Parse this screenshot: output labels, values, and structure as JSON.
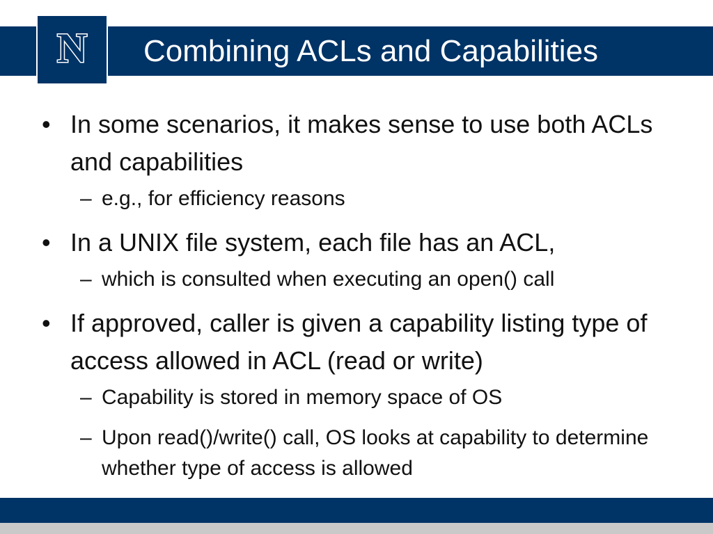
{
  "logo": {
    "icon": "university-n-logo",
    "letter": "N"
  },
  "slide": {
    "title": "Combining ACLs and Capabilities",
    "bullet_mark": "•",
    "dash_mark": "–",
    "bullets": [
      {
        "text": "In some scenarios, it makes sense to use both ACLs and capabilities",
        "subs": [
          "e.g., for efficiency reasons"
        ]
      },
      {
        "text": "In a UNIX file system, each file has an ACL,",
        "subs": [
          "which is consulted when executing an open() call"
        ]
      },
      {
        "text": "If approved, caller is given a capability listing type of access allowed in ACL (read or write)",
        "subs": [
          "Capability is stored in memory space of OS",
          "Upon read()/write() call, OS looks at capability to determine whether type of access is allowed"
        ]
      }
    ]
  },
  "colors": {
    "primary": "#003366",
    "footer_strip": "#c9c9c9",
    "text": "#111111",
    "title_text": "#ffffff"
  }
}
